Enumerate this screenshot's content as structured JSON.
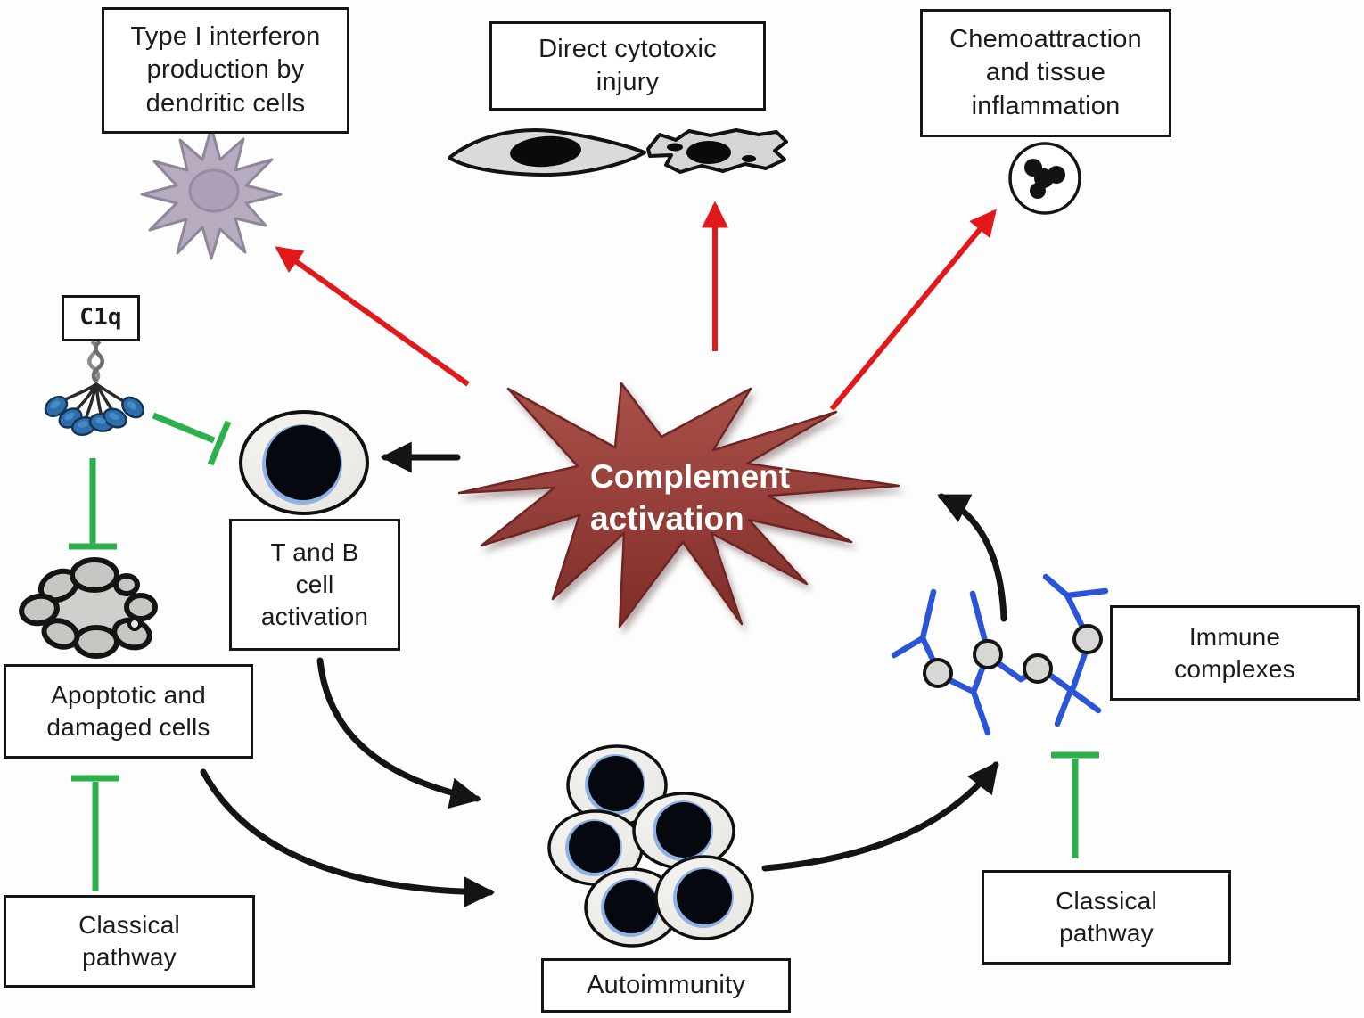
{
  "burst": {
    "label": "Complement activation",
    "line1": "Complement",
    "line2": "activation"
  },
  "boxes": {
    "type_i_interferon": "Type I interferon\nproduction by\ndendritic cells",
    "direct_cytotoxic": "Direct cytotoxic\ninjury",
    "chemoattraction": "Chemoattraction\nand tissue\ninflammation",
    "c1q": "C1q",
    "t_b_activation": "T and B\ncell\nactivation",
    "apoptotic": "Apoptotic and\ndamaged cells",
    "classical_left": "Classical\npathway",
    "autoimmunity": "Autoimmunity",
    "immune_complexes": "Immune\ncomplexes",
    "classical_right": "Classical\npathway"
  },
  "colors": {
    "activation_arrow_red": "#e2191b",
    "flow_arrow_black": "#141414",
    "inhibition_green": "#2db04c",
    "burst_maroon": "#8f3833",
    "antibody_blue": "#2a55d8",
    "c1q_head_blue": "#2d6fae",
    "dendritic_lavender": "#b7abbf"
  },
  "edges": [
    {
      "from": "Complement activation",
      "to": "Type I interferon production by dendritic cells",
      "type": "activation",
      "color": "red"
    },
    {
      "from": "Complement activation",
      "to": "Direct cytotoxic injury",
      "type": "activation",
      "color": "red"
    },
    {
      "from": "Complement activation",
      "to": "Chemoattraction and tissue inflammation",
      "type": "activation",
      "color": "red"
    },
    {
      "from": "Complement activation",
      "to": "T and B cell activation",
      "type": "activation",
      "color": "black"
    },
    {
      "from": "T and B cell activation",
      "to": "Autoimmunity",
      "type": "activation",
      "color": "black"
    },
    {
      "from": "Apoptotic and damaged cells",
      "to": "Autoimmunity",
      "type": "activation",
      "color": "black"
    },
    {
      "from": "Autoimmunity",
      "to": "Immune complexes",
      "type": "activation",
      "color": "black"
    },
    {
      "from": "Immune complexes",
      "to": "Complement activation",
      "type": "activation",
      "color": "black"
    },
    {
      "from": "C1q",
      "to": "T and B cell activation",
      "type": "inhibition",
      "color": "green"
    },
    {
      "from": "C1q",
      "to": "Apoptotic and damaged cells",
      "type": "inhibition",
      "color": "green"
    },
    {
      "from": "Classical pathway (left)",
      "to": "Apoptotic and damaged cells",
      "type": "inhibition",
      "color": "green"
    },
    {
      "from": "Classical pathway (right)",
      "to": "Immune complexes",
      "type": "inhibition",
      "color": "green"
    }
  ]
}
